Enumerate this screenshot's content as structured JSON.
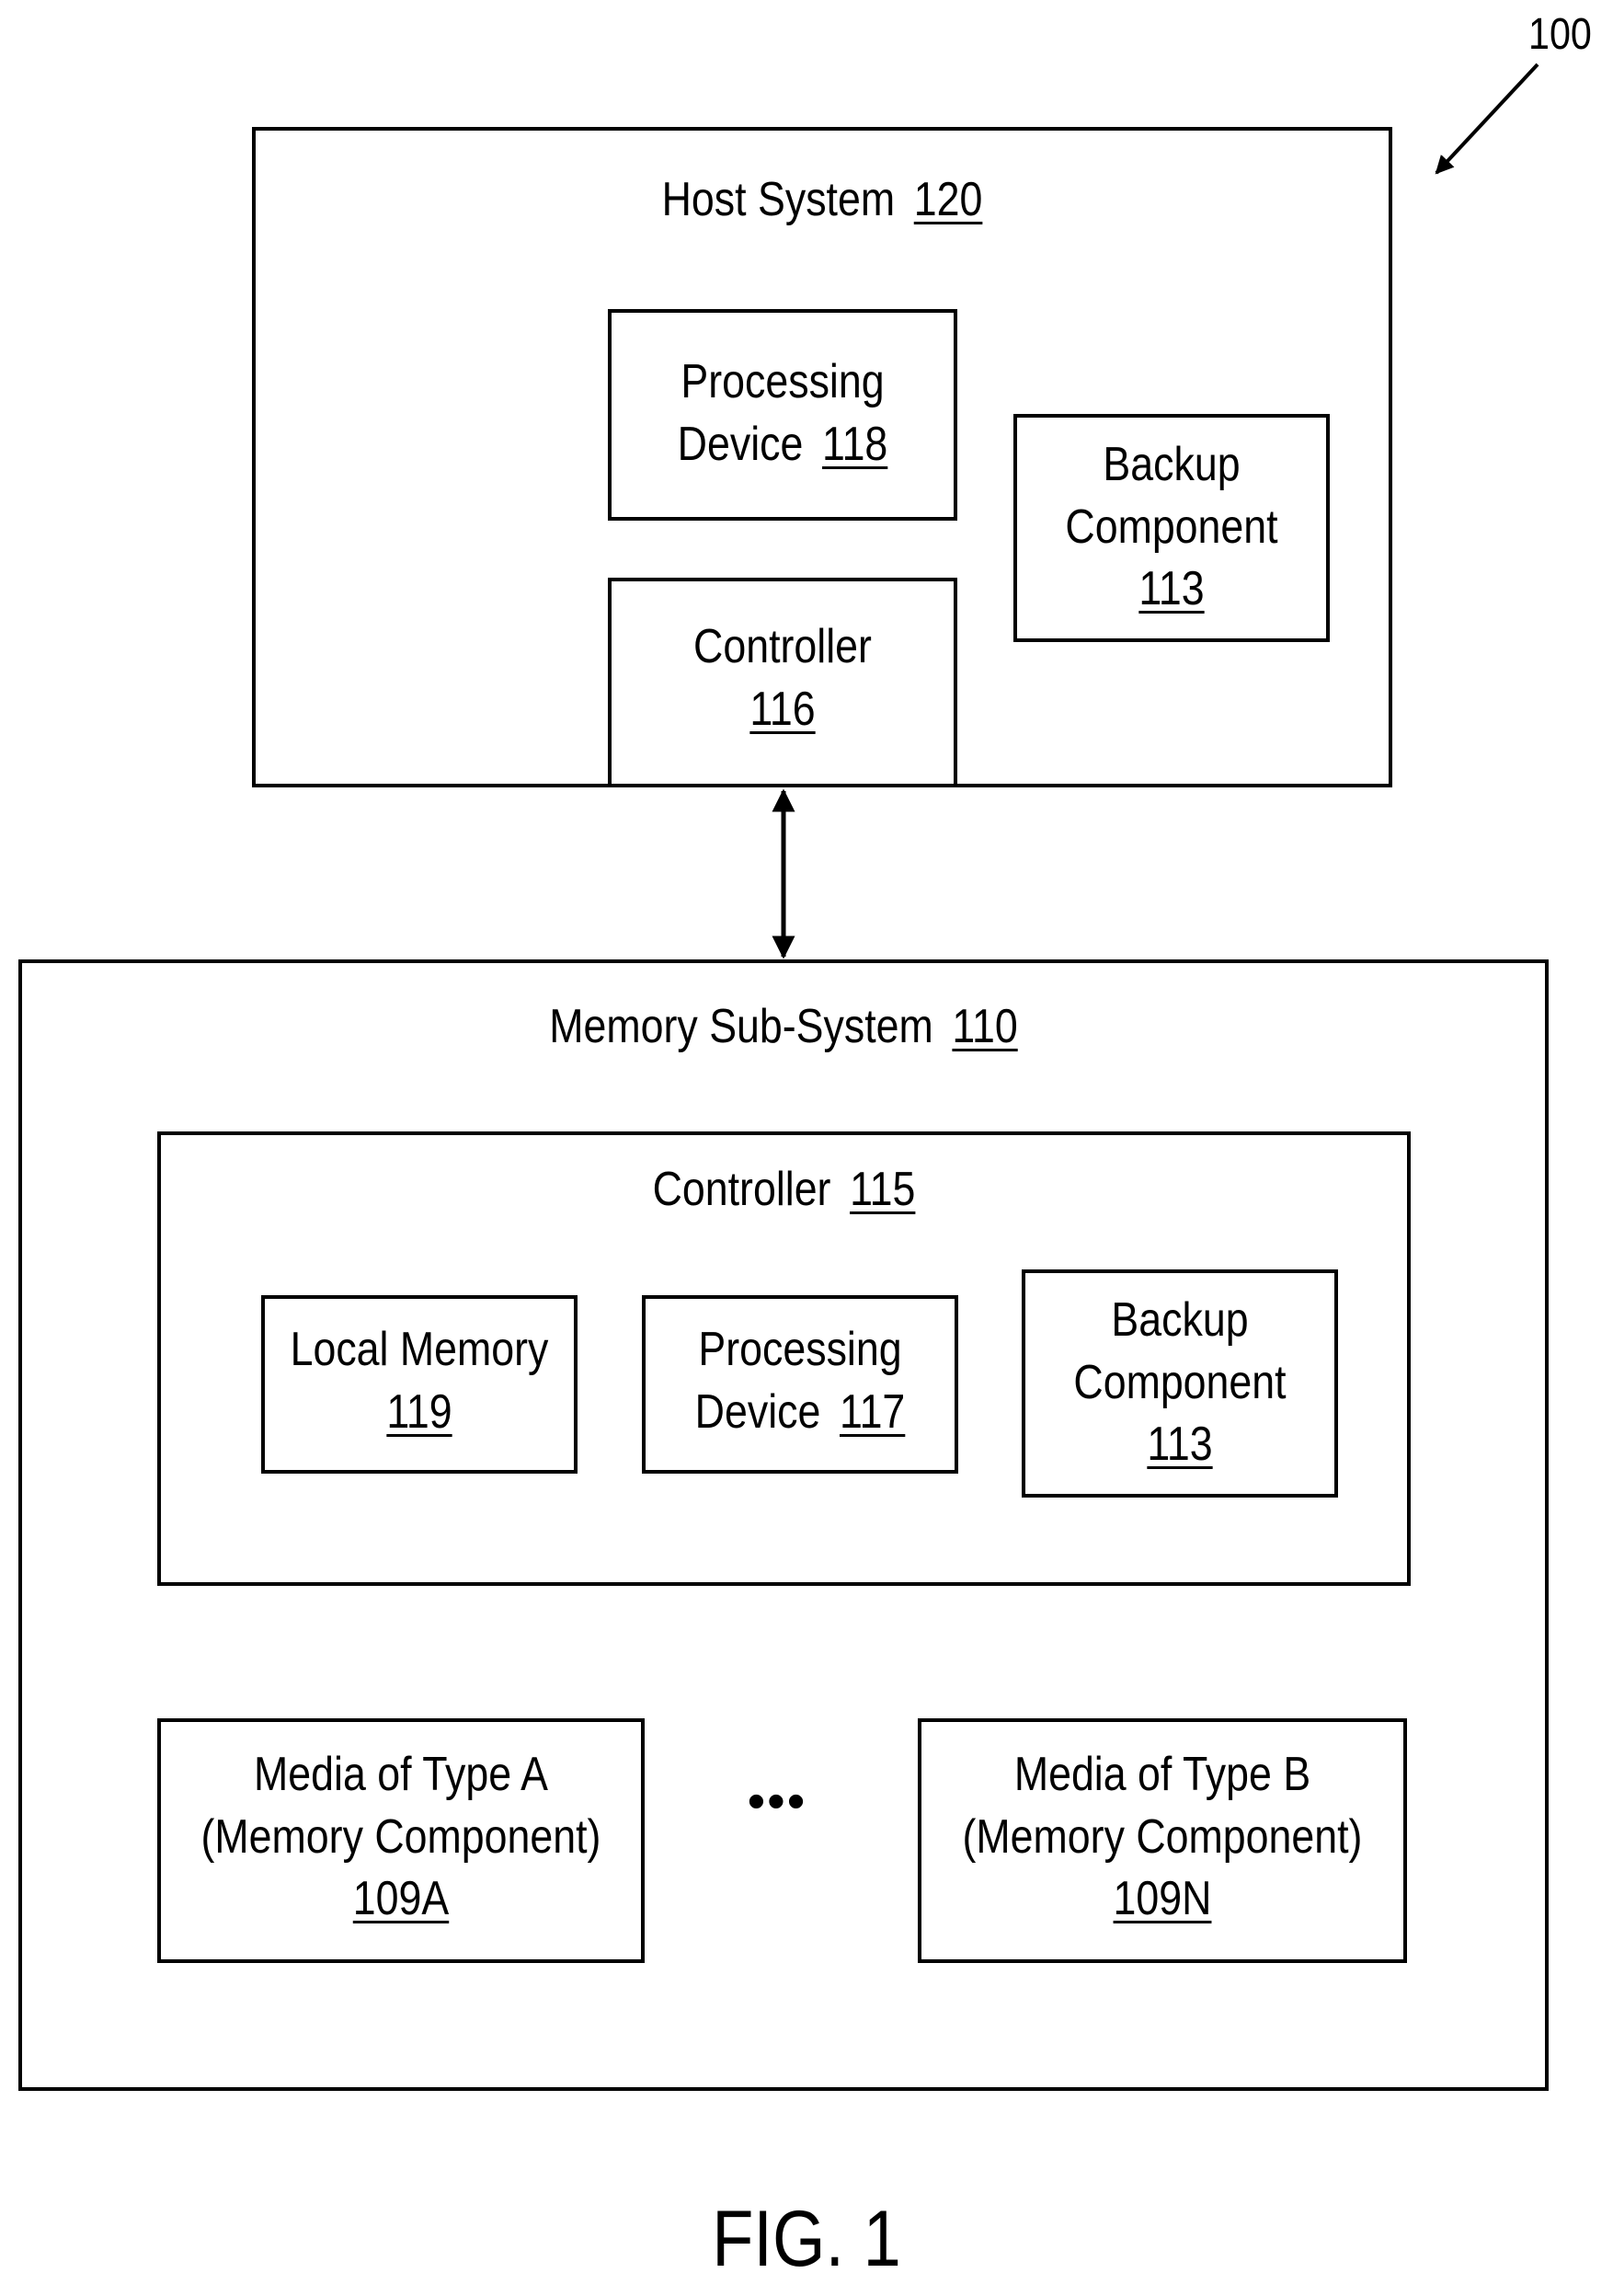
{
  "diagram": {
    "figure_ref": "100",
    "caption": "FIG. 1",
    "ellipsis": "•••",
    "host_system": {
      "title": "Host System",
      "number": "120",
      "processing_device": {
        "line1": "Processing",
        "line2": "Device",
        "number": "118"
      },
      "backup_component": {
        "line1": "Backup",
        "line2": "Component",
        "number": "113"
      },
      "controller": {
        "line1": "Controller",
        "number": "116"
      }
    },
    "memory_subsystem": {
      "title": "Memory Sub-System",
      "number": "110",
      "controller": {
        "title": "Controller",
        "number": "115",
        "local_memory": {
          "line1": "Local Memory",
          "number": "119"
        },
        "processing_device": {
          "line1": "Processing",
          "line2": "Device",
          "number": "117"
        },
        "backup_component": {
          "line1": "Backup",
          "line2": "Component",
          "number": "113"
        }
      },
      "media_a": {
        "line1": "Media of Type A",
        "line2": "(Memory Component)",
        "number": "109A"
      },
      "media_b": {
        "line1": "Media of Type B",
        "line2": "(Memory Component)",
        "number": "109N"
      }
    }
  }
}
